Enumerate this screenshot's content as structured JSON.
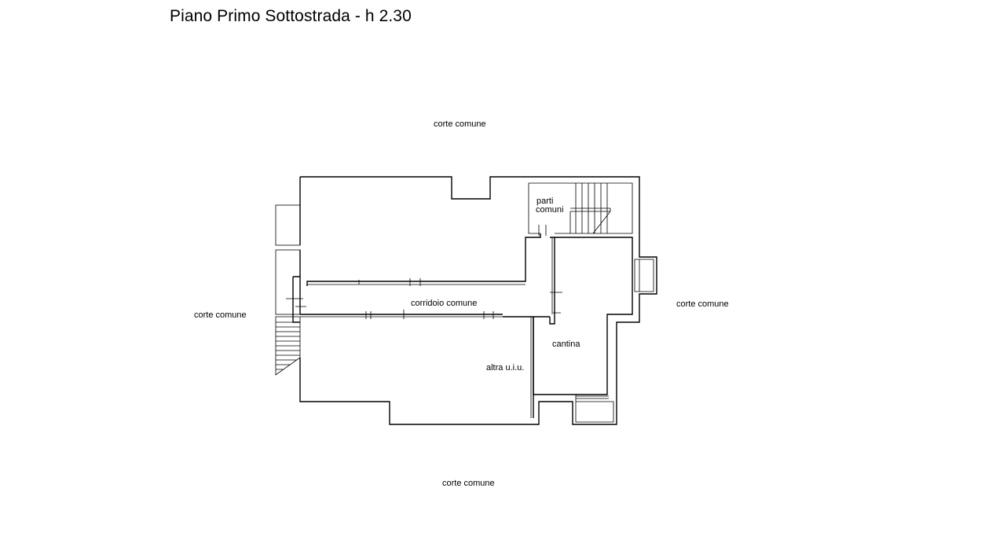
{
  "title": "Piano Primo Sottostrada - h 2.30",
  "labels": {
    "corte_top": "corte comune",
    "corte_left": "corte comune",
    "corte_right": "corte comune",
    "corte_bottom": "corte comune",
    "parti_comuni_line1": "parti",
    "parti_comuni_line2": "comuni",
    "corridoio": "corridoio comune",
    "cantina": "cantina",
    "altra_uiu": "altra u.i.u."
  }
}
